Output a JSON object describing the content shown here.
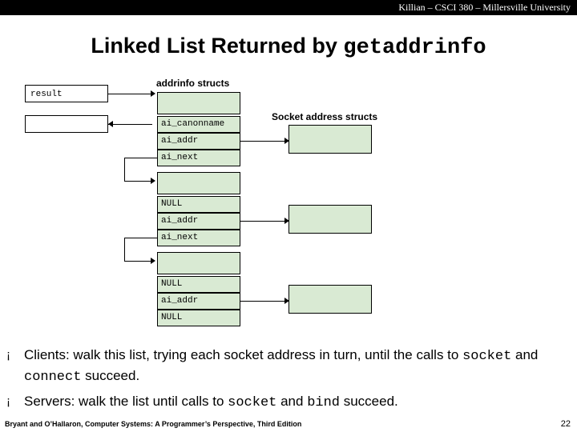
{
  "header": {
    "title": "Killian – CSCI 380 – Millersville University"
  },
  "title": {
    "prefix": "Linked List Returned by ",
    "mono": "getaddrinfo"
  },
  "diagram": {
    "labels": {
      "result": "result",
      "addrinfo_structs": "addrinfo structs",
      "socket_address_structs": "Socket address structs"
    },
    "node1": {
      "field1": "ai_canonname",
      "field2": "ai_addr",
      "field3": "ai_next"
    },
    "node2": {
      "field1": "NULL",
      "field2": "ai_addr",
      "field3": "ai_next"
    },
    "node3": {
      "field1": "NULL",
      "field2": "ai_addr",
      "field3": "NULL"
    }
  },
  "bullets": [
    {
      "marker": "¡",
      "segments": [
        {
          "text": "Clients: walk this list, trying each socket address in turn, until the calls to ",
          "mono": false
        },
        {
          "text": "socket",
          "mono": true
        },
        {
          "text": " and ",
          "mono": false
        },
        {
          "text": "connect",
          "mono": true
        },
        {
          "text": " succeed.",
          "mono": false
        }
      ]
    },
    {
      "marker": "¡",
      "segments": [
        {
          "text": "Servers: walk the list until calls to ",
          "mono": false
        },
        {
          "text": "socket",
          "mono": true
        },
        {
          "text": " and ",
          "mono": false
        },
        {
          "text": "bind",
          "mono": true
        },
        {
          "text": " succeed.",
          "mono": false
        }
      ]
    }
  ],
  "footer": {
    "citation": "Bryant and O’Hallaron, Computer Systems: A Programmer’s Perspective, Third Edition",
    "page": "22"
  },
  "colors": {
    "box_fill": "#d9ead3",
    "header_bg": "#000000",
    "header_fg": "#ffffff"
  }
}
